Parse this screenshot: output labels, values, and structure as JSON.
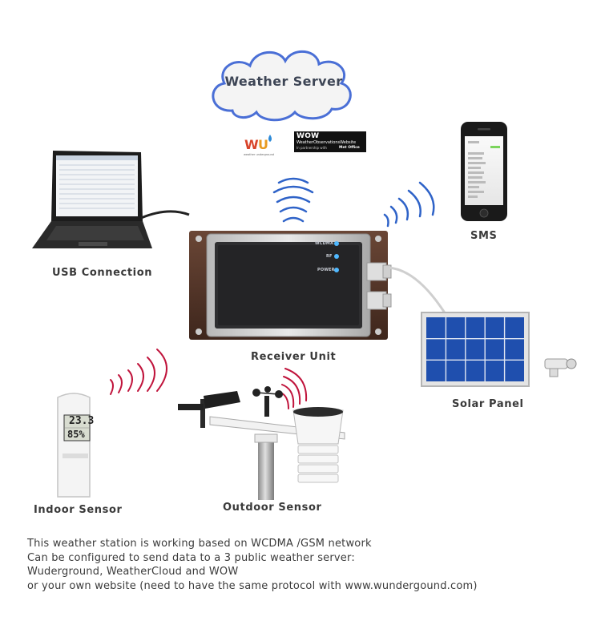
{
  "server": {
    "title": "Weather Server"
  },
  "logos": {
    "wu": {
      "text": "WU",
      "sub": "weather underground"
    },
    "wow": {
      "title": "WOW",
      "subtitle": "WeatherObservationsWebsite",
      "partner": "In partnership with",
      "partner_brand": "Met Office"
    }
  },
  "receiver": {
    "label": "Receiver Unit",
    "leds": [
      "WCDMA",
      "RF",
      "POWER"
    ]
  },
  "labels": {
    "usb": "USB Connection",
    "sms": "SMS",
    "solar": "Solar Panel",
    "indoor": "Indoor Sensor",
    "outdoor": "Outdoor Sensor"
  },
  "indoor_display": {
    "temp": "23.3",
    "humidity": "85%"
  },
  "caption": [
    "This weather station is working based on WCDMA /GSM network",
    "Can be configured to send data to a 3 public weather server:",
    "Wuderground, WeatherCloud and WOW",
    "or your own website (need to have the same protocol with www.wundergound.com)"
  ],
  "colors": {
    "signal_blue": "#2f63c8",
    "signal_red": "#c0143c",
    "cloud_fill": "#f4f4f4",
    "cloud_stroke": "#4a6fd6"
  }
}
